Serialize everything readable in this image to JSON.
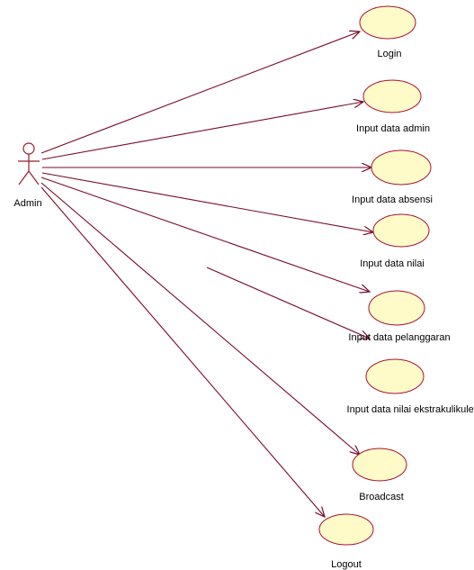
{
  "diagram": {
    "colors": {
      "line": "#7a0a2a",
      "ellipse_fill": "#fffbc8",
      "ellipse_stroke": "#a8102e",
      "actor_stroke": "#9a1a30",
      "text": "#000000"
    },
    "actor": {
      "name": "Admin"
    },
    "use_cases": [
      {
        "id": "uc-login",
        "label": "Login"
      },
      {
        "id": "uc-input-admin",
        "label": "Input data admin"
      },
      {
        "id": "uc-input-absensi",
        "label": "Input data absensi"
      },
      {
        "id": "uc-input-nilai",
        "label": "Input data nilai"
      },
      {
        "id": "uc-input-pelanggaran",
        "label": "Input data pelanggaran"
      },
      {
        "id": "uc-input-ekstra",
        "label": "Input data nilai ekstrakulikuler"
      },
      {
        "id": "uc-broadcast",
        "label": "Broadcast"
      },
      {
        "id": "uc-logout",
        "label": "Logout"
      }
    ]
  }
}
